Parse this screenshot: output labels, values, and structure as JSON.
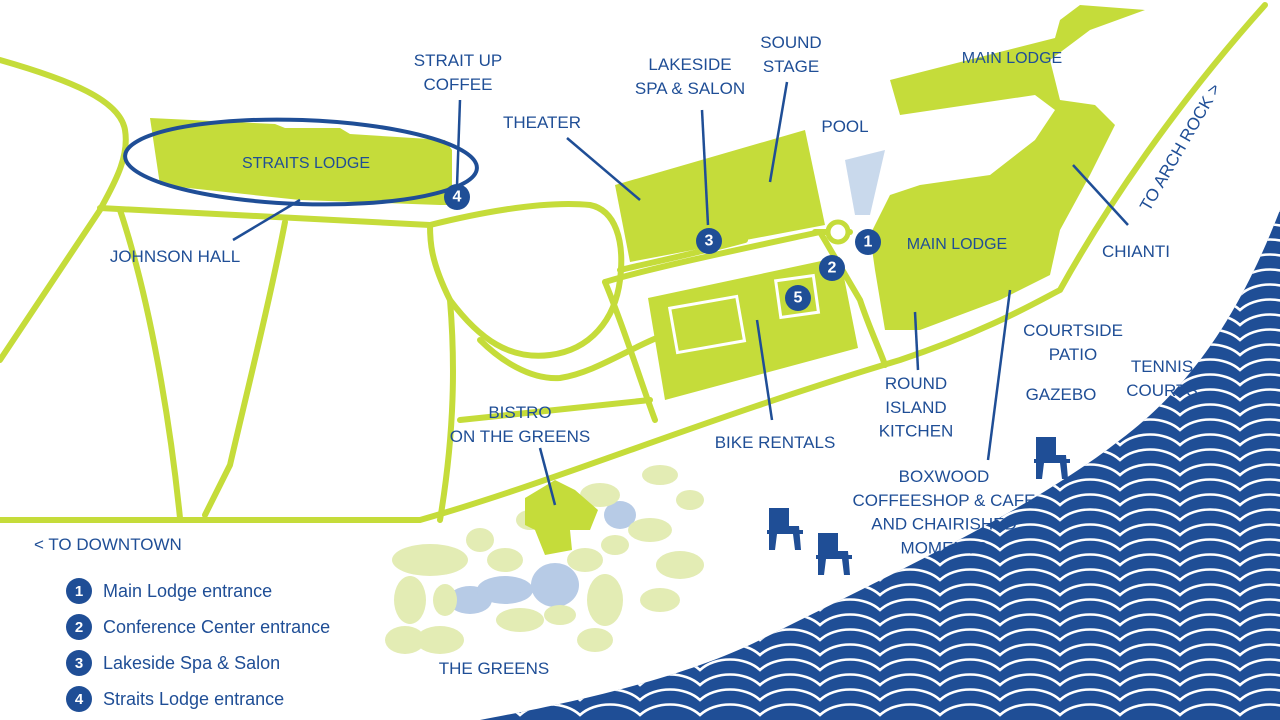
{
  "colors": {
    "building": "#c5dc3a",
    "road": "#c5dc3a",
    "label": "#1f4e96",
    "water": "#1f4e96",
    "pool": "#c9d9ec",
    "greens_light": "#e3ecb4",
    "greens_blue": "#b7cbe6"
  },
  "places": {
    "strait_up_coffee": "STRAIT UP\nCOFFEE",
    "straits_lodge": "STRAITS LODGE",
    "johnson_hall": "JOHNSON HALL",
    "theater": "THEATER",
    "lakeside_spa": "LAKESIDE\nSPA & SALON",
    "sound_stage": "SOUND\nSTAGE",
    "pool": "POOL",
    "main_lodge_top": "MAIN LODGE",
    "main_lodge": "MAIN LODGE",
    "chianti": "CHIANTI",
    "to_arch_rock": "TO ARCH ROCK >",
    "courtside_patio": "COURTSIDE\nPATIO",
    "tennis_courts": "TENNIS\nCOURTS",
    "gazebo": "GAZEBO",
    "round_island_kitchen": "ROUND\nISLAND\nKITCHEN",
    "boxwood": "BOXWOOD\nCOFFEESHOP & CAFE\nAND CHAIRISHED\nMOMENTS",
    "bike_rentals": "BIKE RENTALS",
    "bistro": "BISTRO\nON THE GREENS",
    "the_greens": "THE GREENS"
  },
  "markers": [
    "1",
    "2",
    "3",
    "4",
    "5"
  ],
  "legend": {
    "direction": "< TO DOWNTOWN",
    "items": [
      {
        "num": "1",
        "label": "Main Lodge entrance"
      },
      {
        "num": "2",
        "label": "Conference Center entrance"
      },
      {
        "num": "3",
        "label": "Lakeside Spa & Salon"
      },
      {
        "num": "4",
        "label": "Straits Lodge entrance"
      }
    ]
  }
}
